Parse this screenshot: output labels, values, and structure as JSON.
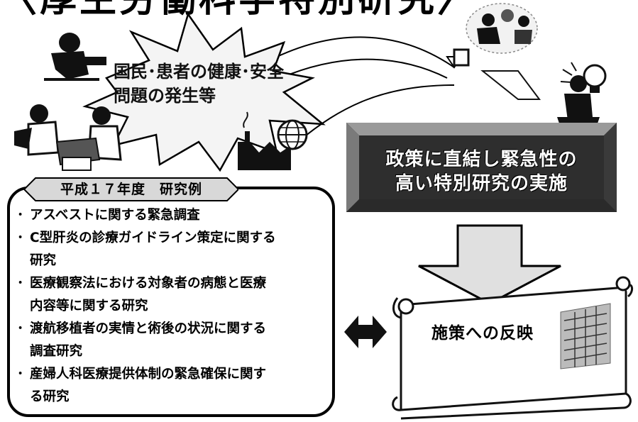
{
  "title": "〈厚生労働科学特別研究〉",
  "issue_label": "国民･患者の健康･安全\n問題の発生等",
  "issue_line1": "国民･患者の健康･安全",
  "issue_line2": "問題の発生等",
  "policy_line1": "政策に直結し緊急性の",
  "policy_line2": "高い特別研究の実施",
  "examples_header": "平成１７年度　研究例",
  "examples": [
    {
      "lines": [
        "アスベストに関する緊急調査"
      ]
    },
    {
      "lines": [
        "C型肝炎の診療ガイドライン策定に関する",
        "研究"
      ]
    },
    {
      "lines": [
        "医療観察法における対象者の病態と医療",
        "内容等に関する研究"
      ]
    },
    {
      "lines": [
        "渡航移植者の実情と術後の状況に関する",
        "調査研究"
      ]
    },
    {
      "lines": [
        "産婦人科医療提供体制の緊急確保に関す",
        "る研究"
      ]
    }
  ],
  "result_label": "施策への反映",
  "colors": {
    "policy_bg": "#2e2e2e",
    "bevel_light": "#9a9a9a",
    "bevel_dark": "#1a1a1a",
    "arrow_fill": "#d8d8d8"
  },
  "icons": [
    "starburst-icon",
    "person-at-computer-icon",
    "medical-rescue-icon",
    "factory-icon",
    "globe-icon",
    "group-discussion-icon",
    "thinker-lightbulb-icon",
    "building-icon",
    "double-arrow-icon",
    "down-arrow-icon"
  ]
}
